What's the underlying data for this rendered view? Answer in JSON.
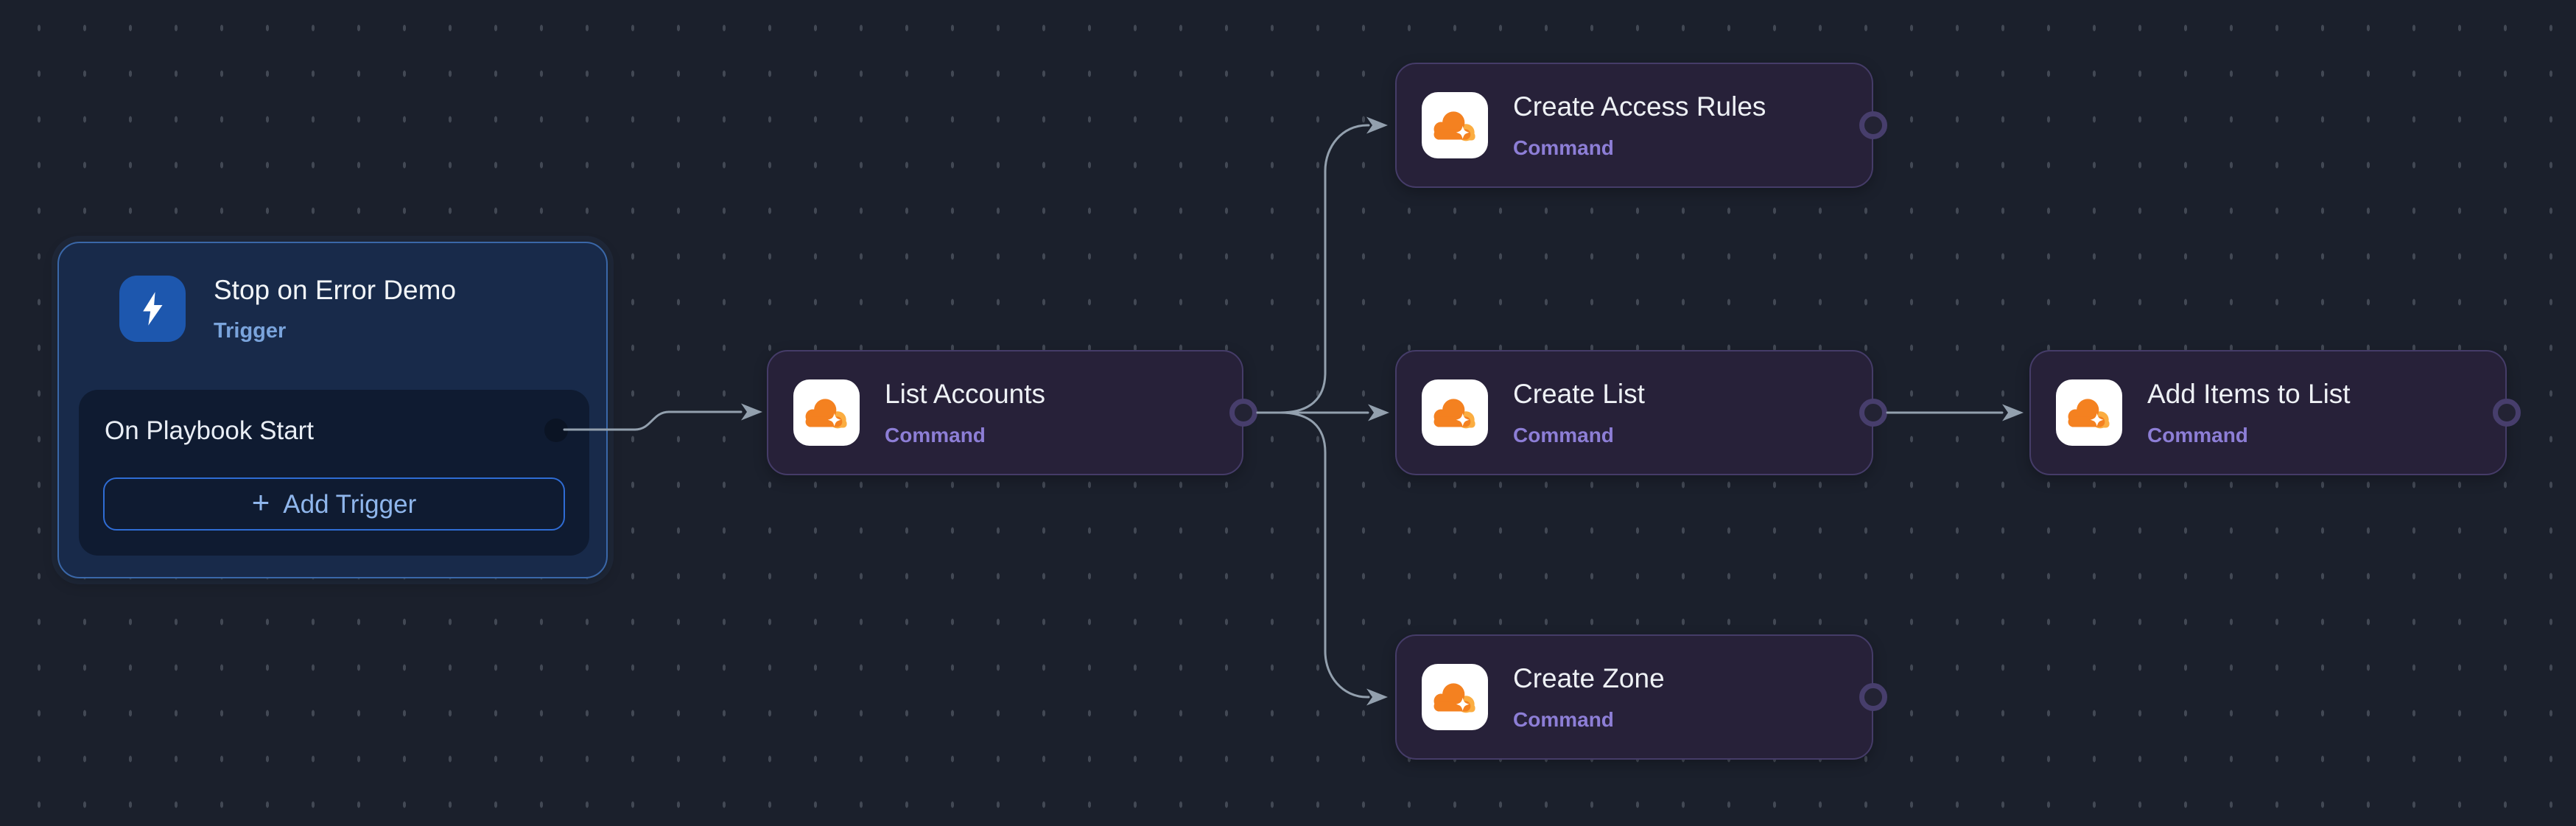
{
  "trigger": {
    "title": "Stop on Error Demo",
    "type_label": "Trigger",
    "event_label": "On Playbook Start",
    "add_button_label": "Add Trigger",
    "add_button_icon": "+"
  },
  "commands": [
    {
      "title": "List Accounts",
      "type_label": "Command"
    },
    {
      "title": "Create Access Rules",
      "type_label": "Command"
    },
    {
      "title": "Create List",
      "type_label": "Command"
    },
    {
      "title": "Create Zone",
      "type_label": "Command"
    },
    {
      "title": "Add Items to List",
      "type_label": "Command"
    }
  ],
  "edges": [
    {
      "from": "On Playbook Start",
      "to": "List Accounts"
    },
    {
      "from": "List Accounts",
      "to": "Create Access Rules"
    },
    {
      "from": "List Accounts",
      "to": "Create List"
    },
    {
      "from": "List Accounts",
      "to": "Create Zone"
    },
    {
      "from": "Create List",
      "to": "Add Items to List"
    }
  ],
  "icons": {
    "trigger": "lightning-bolt-icon",
    "command": "cloudflare-icon",
    "add": "plus-icon",
    "output": "output-port-ring",
    "trigger_output": "output-port-dot"
  },
  "colors": {
    "canvas_bg": "#1b202c",
    "grid_dot": "#424854",
    "command_node_fill": "#272139",
    "command_node_border": "#453c68",
    "node_title": "#eef1f5",
    "command_label": "#8d7ed6",
    "trigger_node_fill": "#182a4a",
    "trigger_node_border": "#3a67a8",
    "trigger_label": "#7aa4dc",
    "trigger_icon_bg": "#1d57ae",
    "trigger_panel_fill": "#0f1b31",
    "add_button_border": "#2f6cd4",
    "add_button_text": "#8fb6ec",
    "edge_line": "#93a0ae",
    "port_ring": "#473e6c",
    "cloudflare_orange": "#f48120",
    "cloudflare_light_orange": "#fbad41"
  }
}
